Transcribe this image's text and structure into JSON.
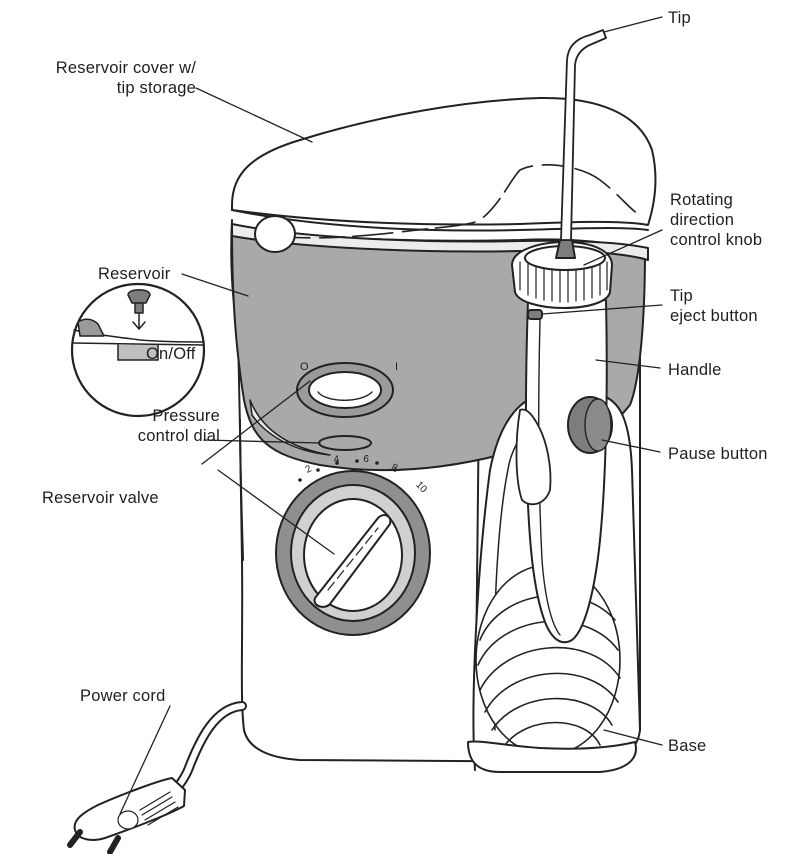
{
  "labels": {
    "tip": "Tip",
    "reservoir_cover": "Reservoir cover w/\ntip storage",
    "rotating_knob": "Rotating\ndirection\ncontrol knob",
    "reservoir": "Reservoir",
    "tip_eject": "Tip\neject button",
    "handle": "Handle",
    "pause_button": "Pause button",
    "reservoir_valve": "Reservoir valve",
    "on_off": "On/Off",
    "pressure_dial": "Pressure\ncontrol dial",
    "power_cord": "Power cord",
    "base": "Base"
  },
  "switch_marks": {
    "off": "O",
    "on": "I"
  },
  "dial_numbers": [
    "2",
    "4",
    "6",
    "8",
    "10"
  ],
  "colors": {
    "reservoir_water": "#a9a9a9",
    "body_white": "#ffffff",
    "outline": "#222222",
    "dial_ring": "#8f8f8f",
    "knob_gray": "#7d7d7d"
  }
}
